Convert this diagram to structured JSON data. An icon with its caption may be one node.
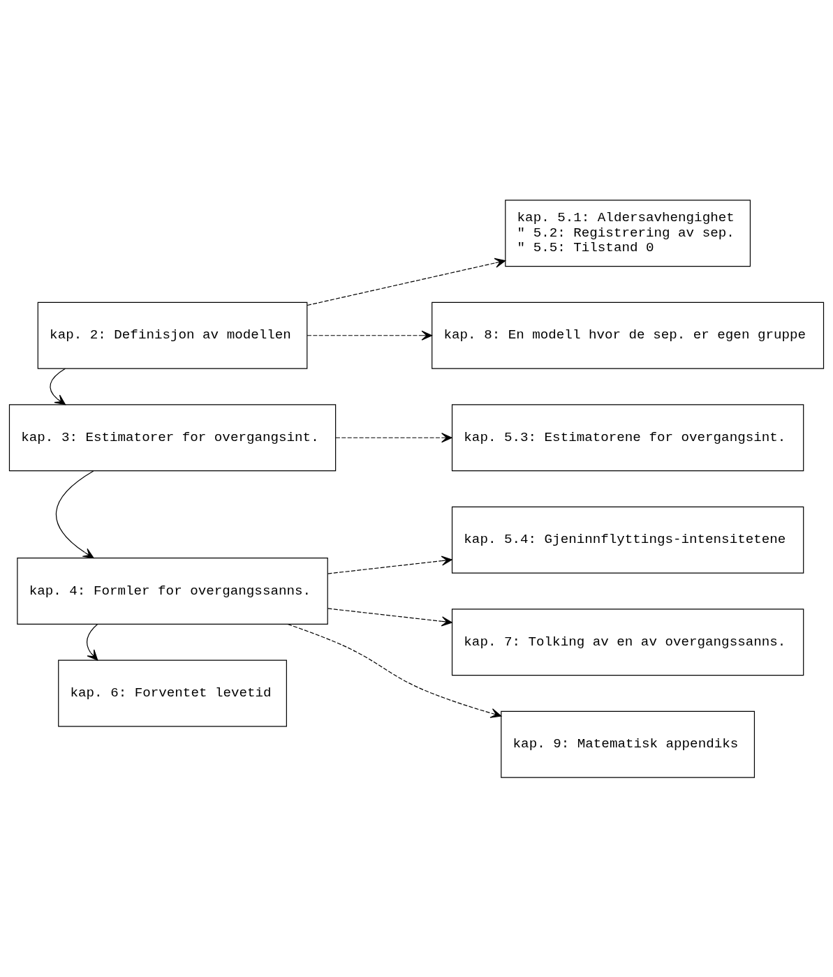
{
  "diagram": {
    "nodes": [
      {
        "text": [
          "kap. 2: Definisjon av modellen"
        ]
      },
      {
        "text": [
          "kap. 5.1: Aldersavhengighet",
          "\" 5.2: Registrering av sep.",
          "\" 5.5: Tilstand 0"
        ]
      },
      {
        "text": [
          "kap. 8: En modell hvor de sep. er egen gruppe"
        ]
      },
      {
        "text": [
          "kap. 3: Estimatorer for overgangsint."
        ]
      },
      {
        "text": [
          "kap. 5.3: Estimatorene for overgangsint."
        ]
      },
      {
        "text": [
          "kap. 5.4: Gjeninnflyttings-intensitetene"
        ]
      },
      {
        "text": [
          "kap. 4: Formler for overgangssanns."
        ]
      },
      {
        "text": [
          "kap. 7: Tolking av en av overgangssanns."
        ]
      },
      {
        "text": [
          "kap. 9: Matematisk appendiks"
        ]
      },
      {
        "text": [
          "kap. 6: Forventet levetid"
        ]
      }
    ],
    "edges": [
      {
        "from": 0,
        "to": 1,
        "arrow": "to",
        "style": "dashed"
      },
      {
        "from": 0,
        "to": 2,
        "arrow": "to",
        "style": "dashed"
      },
      {
        "from": 0,
        "to": 3,
        "arrow": "to"
      },
      {
        "from": 3,
        "to": 4,
        "arrow": "to",
        "style": "dashed"
      },
      {
        "from": 3,
        "to": 6,
        "arrow": "to"
      },
      {
        "from": 6,
        "to": 5,
        "arrow": "to",
        "style": "dashed"
      },
      {
        "from": 6,
        "to": 7,
        "arrow": "to",
        "style": "dashed"
      },
      {
        "from": 6,
        "to": 8,
        "arrow": "to",
        "style": "dashed"
      },
      {
        "from": 6,
        "to": 9,
        "arrow": "to"
      }
    ]
  }
}
